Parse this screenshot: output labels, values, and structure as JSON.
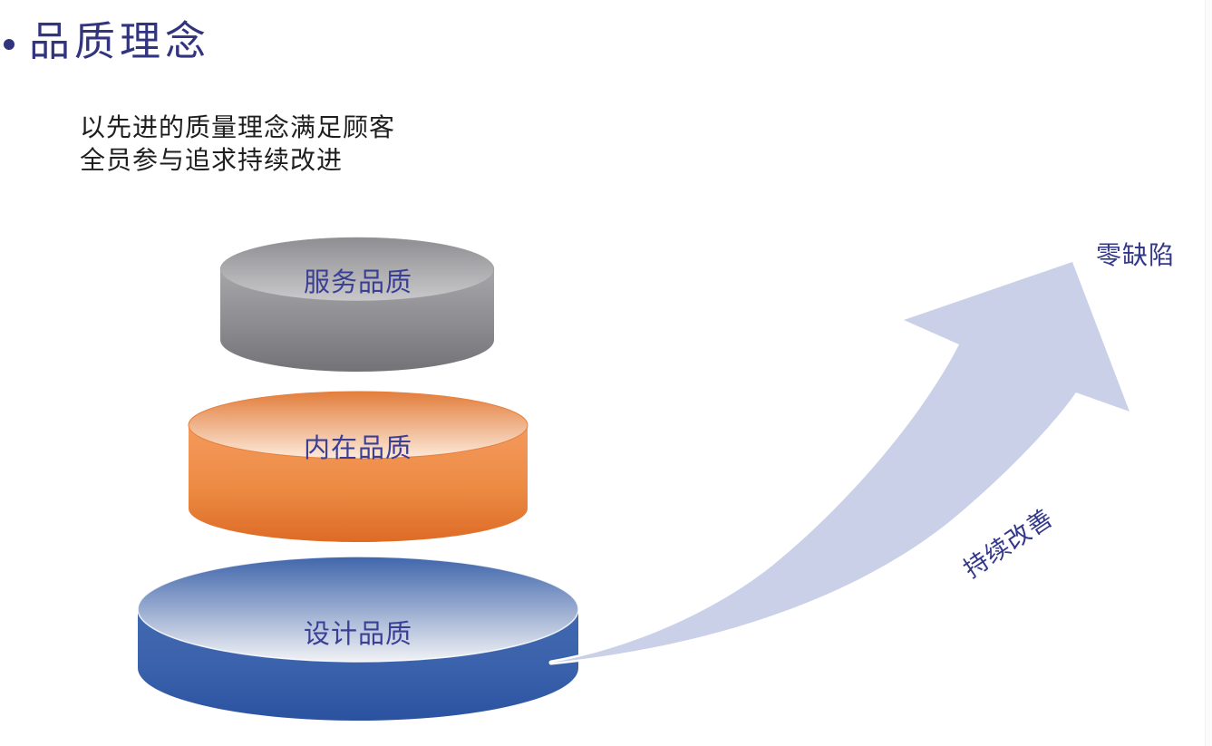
{
  "slide": {
    "title_bullet": "•",
    "title": "品质理念",
    "subtitle_lines": [
      "以先进的质量理念满足顾客",
      "全员参与追求持续改进"
    ]
  },
  "diagram": {
    "cylinders": [
      {
        "id": "service",
        "label": "服务品质",
        "top_color": "#8e8e92",
        "side_color": "#8c8c90"
      },
      {
        "id": "internal",
        "label": "内在品质",
        "top_color": "#e27e3c",
        "side_color": "#ec8a42"
      },
      {
        "id": "design",
        "label": "设计品质",
        "top_color": "#3f65ab",
        "side_color": "#3a61ab"
      }
    ],
    "arrow": {
      "label_along": "持续改善",
      "label_end": "零缺陷",
      "fill": "#c9d0e8"
    }
  },
  "colors": {
    "background": "#ffffff",
    "title_text": "#32347e",
    "subtitle_text": "#1e1e1e",
    "cylinder_label_text": "#3b3f94",
    "arrow_label_text": "#33388b"
  }
}
